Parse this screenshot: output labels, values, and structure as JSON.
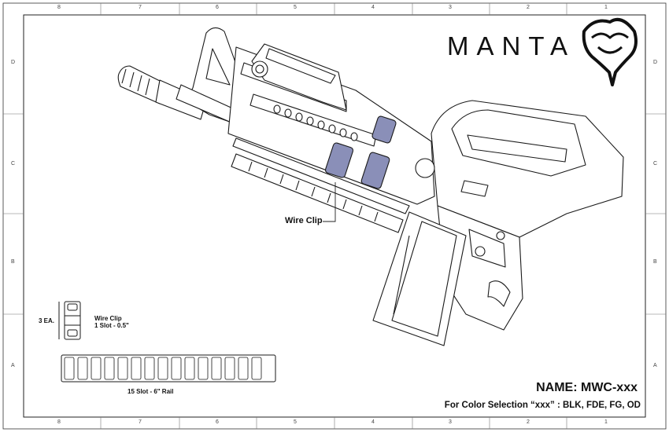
{
  "title_block": {
    "brand": "MANTA",
    "name_line": "NAME: MWC-xxx",
    "color_line": "For Color Selection “xxx” : BLK, FDE, FG, OD"
  },
  "callouts": {
    "wire_clip": "Wire Clip"
  },
  "parts_legend": {
    "quantity": "3 EA.",
    "clip_name": "Wire Clip",
    "clip_size": "1 Slot - 0.5\"",
    "rail_label": "15 Slot - 6\" Rail"
  },
  "border": {
    "columns_top": [
      "8",
      "7",
      "6",
      "5",
      "4",
      "3",
      "2",
      "1"
    ],
    "columns_bottom": [
      "8",
      "7",
      "6",
      "5",
      "4",
      "3",
      "2",
      "1"
    ],
    "rows_left": [
      "D",
      "C",
      "B",
      "A"
    ],
    "rows_right": [
      "D",
      "C",
      "B",
      "A"
    ]
  },
  "colors": {
    "line": "#1a1a1a",
    "highlight": "#8a8fb8"
  },
  "icons": {
    "logo": "manta-ray-emblem-icon"
  }
}
